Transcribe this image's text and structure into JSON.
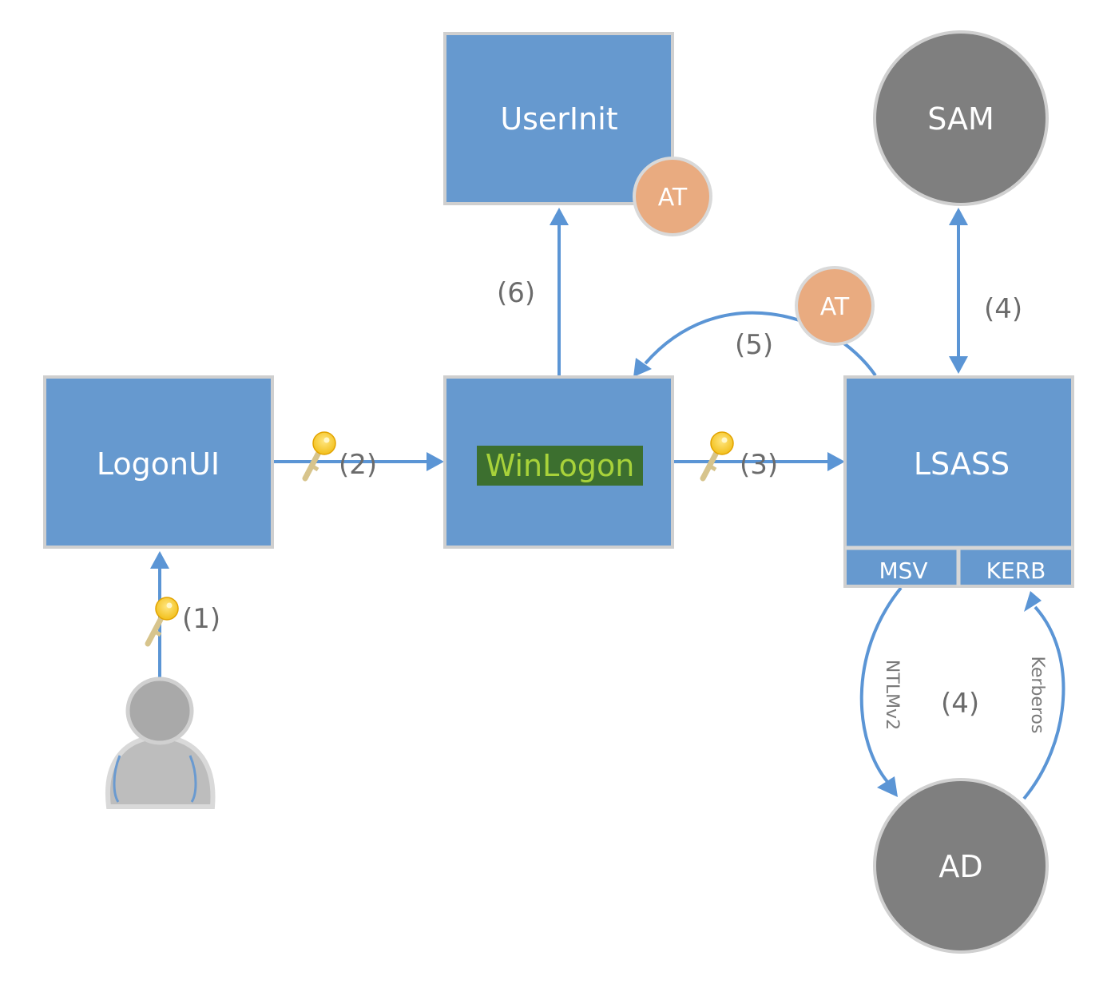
{
  "nodes": {
    "userinit": "UserInit",
    "logonui": "LogonUI",
    "winlogon": "WinLogon",
    "lsass": "LSASS",
    "msv": "MSV",
    "kerb": "KERB",
    "sam": "SAM",
    "ad": "AD",
    "at_userinit": "AT",
    "at_lsass": "AT"
  },
  "colors": {
    "box": "#6699cf",
    "circle": "#7f7f7f",
    "access_token": "#e9ab80",
    "arrow": "#5b95d5",
    "highlight_bg": "#3c6f2f",
    "highlight_text": "#a8d23a"
  },
  "labels": {
    "step1": "(1)",
    "step2": "(2)",
    "step3": "(3)",
    "step4_sam": "(4)",
    "step4_ad": "(4)",
    "step5": "(5)",
    "step6": "(6)",
    "ntlm": "NTLMv2",
    "kerberos": "Kerberos"
  },
  "icons": [
    "key-icon",
    "user-icon"
  ]
}
